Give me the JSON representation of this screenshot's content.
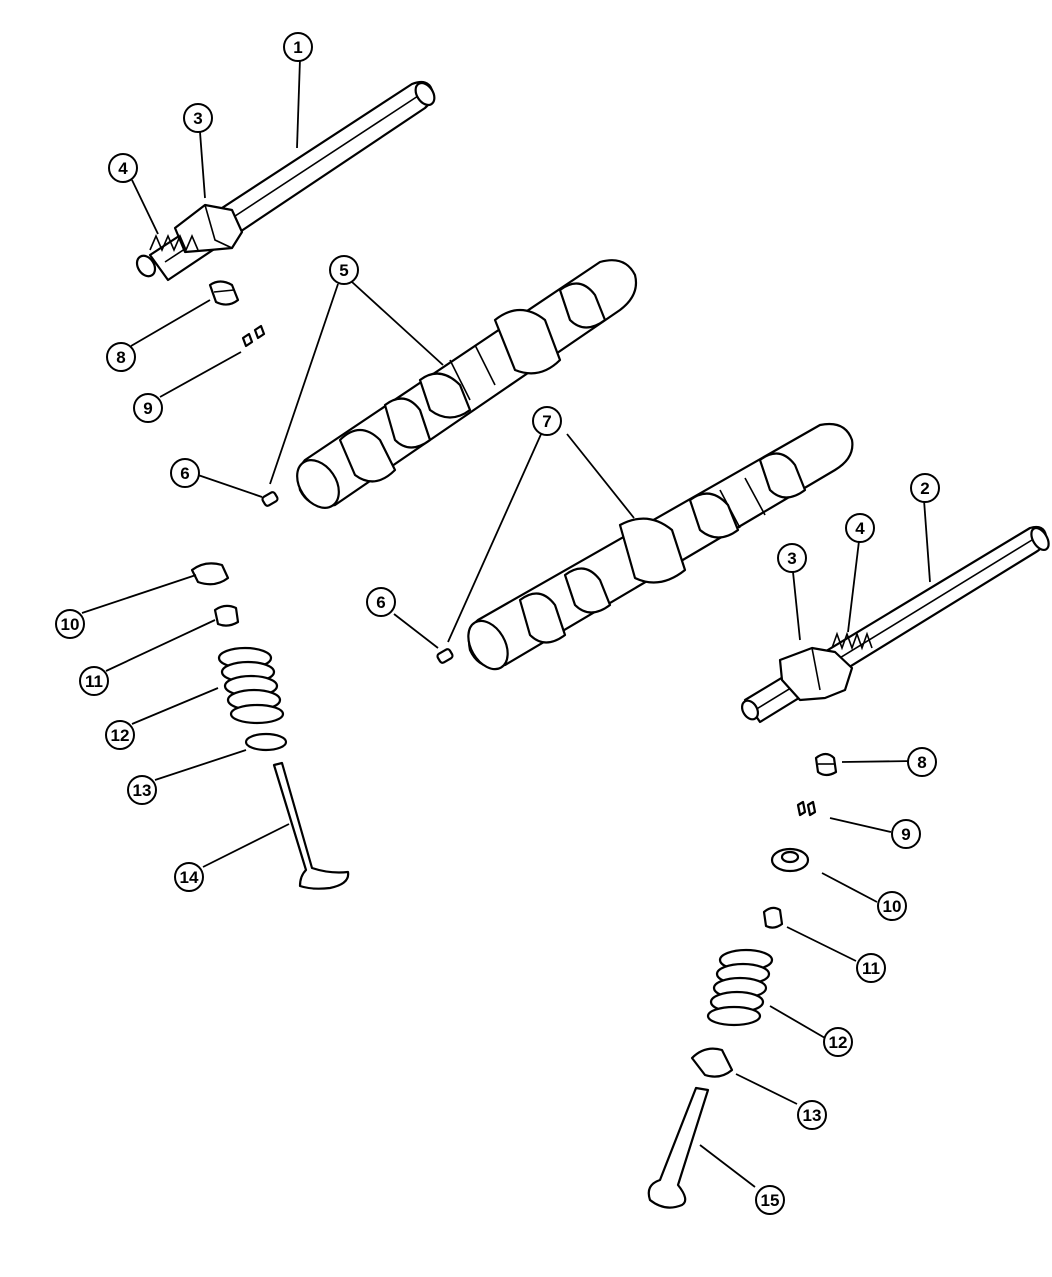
{
  "diagram": {
    "callouts": [
      {
        "id": "c1",
        "label": "1"
      },
      {
        "id": "c2",
        "label": "2"
      },
      {
        "id": "c3a",
        "label": "3"
      },
      {
        "id": "c3b",
        "label": "3"
      },
      {
        "id": "c4a",
        "label": "4"
      },
      {
        "id": "c4b",
        "label": "4"
      },
      {
        "id": "c5",
        "label": "5"
      },
      {
        "id": "c6a",
        "label": "6"
      },
      {
        "id": "c6b",
        "label": "6"
      },
      {
        "id": "c7",
        "label": "7"
      },
      {
        "id": "c8a",
        "label": "8"
      },
      {
        "id": "c8b",
        "label": "8"
      },
      {
        "id": "c9a",
        "label": "9"
      },
      {
        "id": "c9b",
        "label": "9"
      },
      {
        "id": "c10a",
        "label": "10"
      },
      {
        "id": "c10b",
        "label": "10"
      },
      {
        "id": "c11a",
        "label": "11"
      },
      {
        "id": "c11b",
        "label": "11"
      },
      {
        "id": "c12a",
        "label": "12"
      },
      {
        "id": "c12b",
        "label": "12"
      },
      {
        "id": "c13a",
        "label": "13"
      },
      {
        "id": "c13b",
        "label": "13"
      },
      {
        "id": "c14",
        "label": "14"
      },
      {
        "id": "c15",
        "label": "15"
      }
    ]
  }
}
